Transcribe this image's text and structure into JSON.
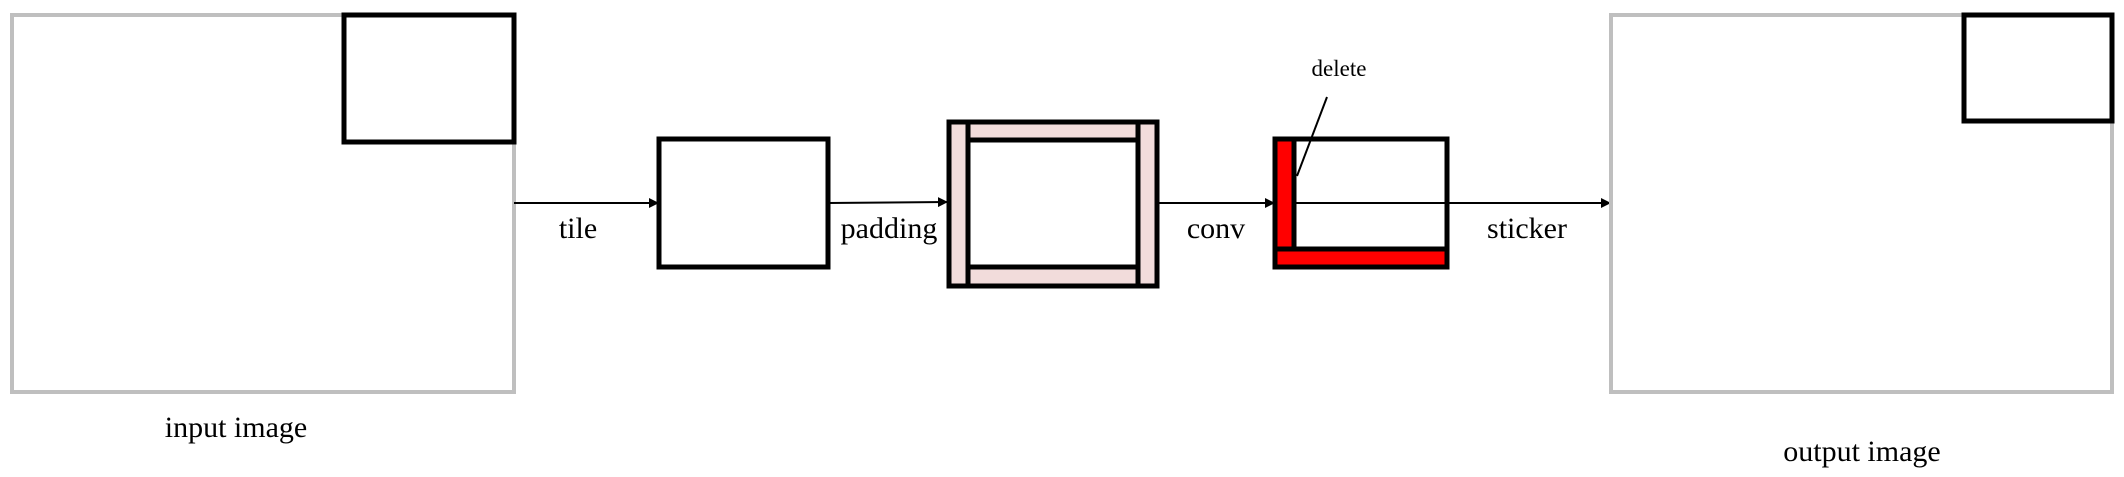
{
  "labels": {
    "input_image": "input image",
    "output_image": "output image",
    "tile": "tile",
    "padding": "padding",
    "conv": "conv",
    "sticker": "sticker",
    "delete": "delete"
  },
  "colors": {
    "outline": "#000000",
    "image_border": "#bfbfbf",
    "padding_fill": "#f2dcdb",
    "delete_fill": "#ff0000",
    "background": "#ffffff"
  }
}
